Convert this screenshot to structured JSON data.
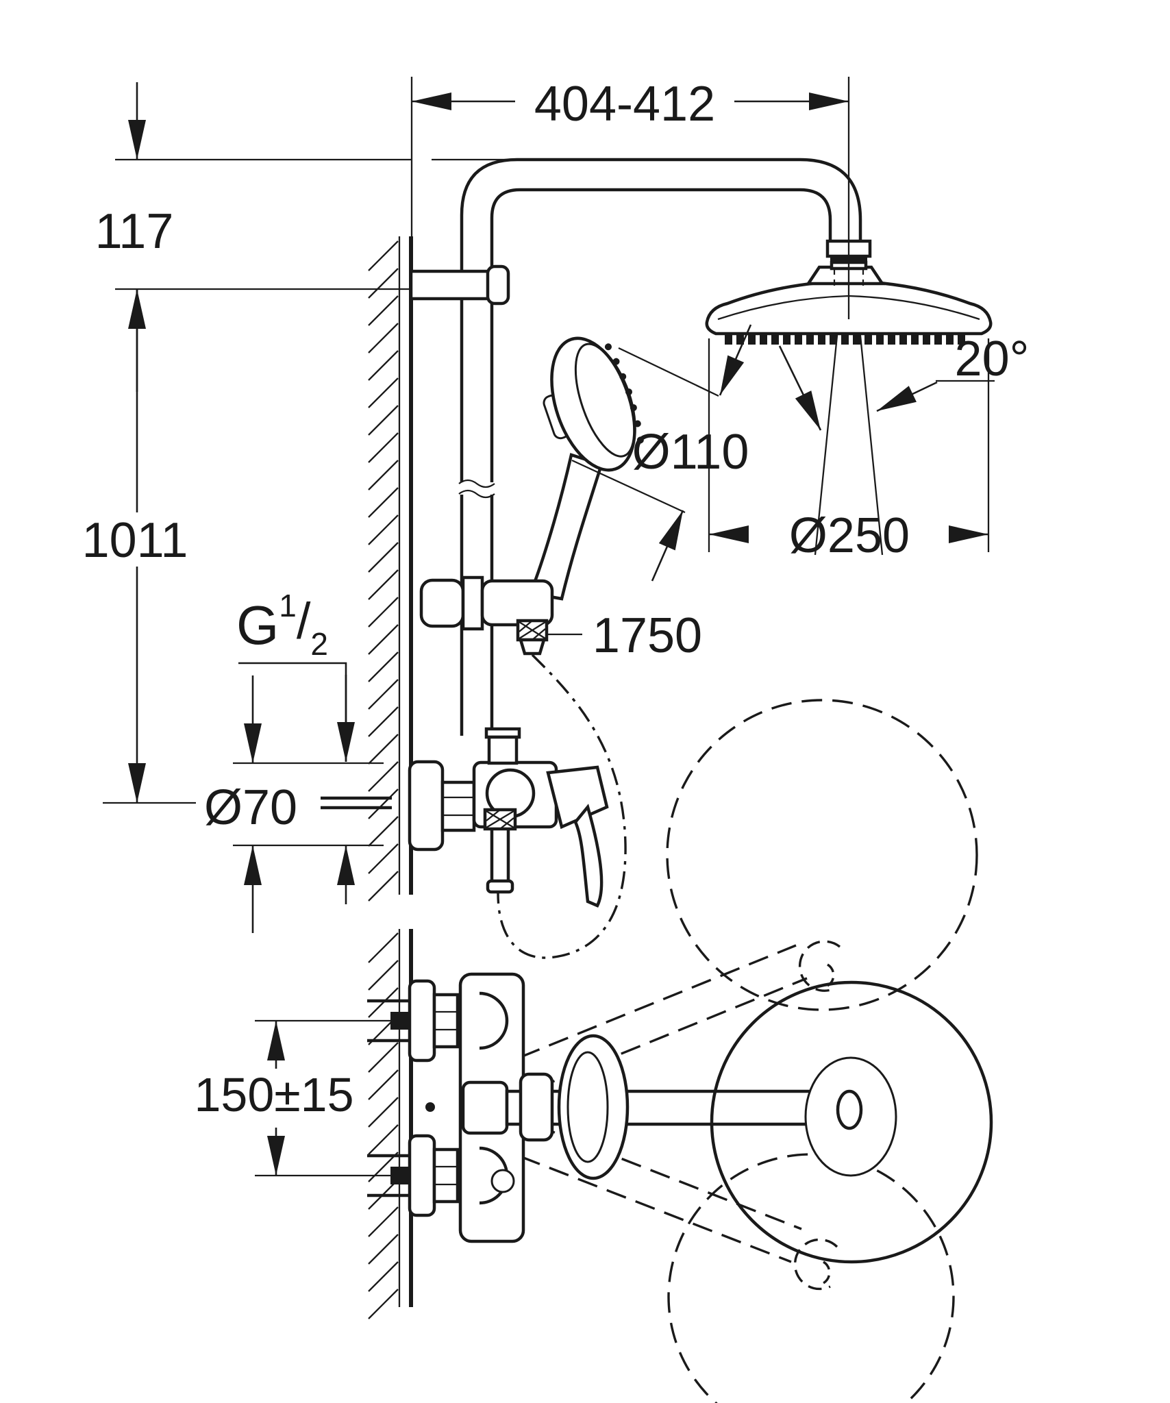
{
  "drawing": {
    "kind": "shower-system-installation-dimension-drawing",
    "background": "#ffffff",
    "line_color": "#1a1a1a"
  },
  "dimensions": {
    "arm_reach": "404-412",
    "head_drop": "117",
    "riser_height": "1011",
    "thread": {
      "g": "G",
      "sup": "1",
      "slash": "/",
      "sub": "2"
    },
    "hand_shower_diameter": "Ø110",
    "head_shower_diameter": "Ø250",
    "spray_angle": "20°",
    "hose_length": "1750",
    "escutcheon_diameter": "Ø70",
    "supply_spacing": "150±15"
  }
}
